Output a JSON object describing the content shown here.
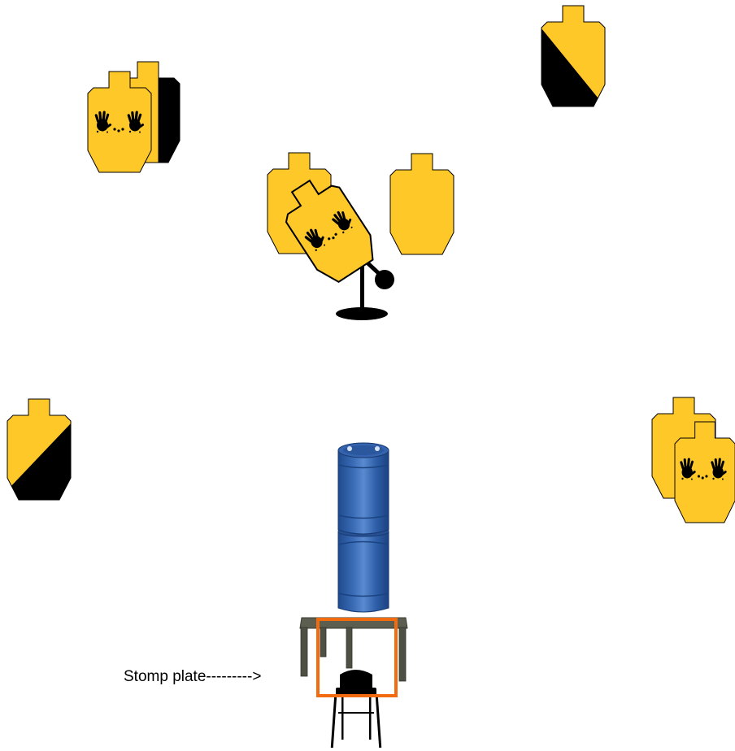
{
  "labels": {
    "stomp_plate": "Stomp plate--------->"
  },
  "colors": {
    "target_yellow": "#ffc829",
    "target_black": "#000000",
    "barrel_blue": "#2e5fa8",
    "barrel_highlight": "#6e98d4",
    "table_gray": "#55584a",
    "stomp_plate_orange": "#f26b0f"
  },
  "elements": {
    "targets": [
      "target-top-left-back",
      "target-top-left-front-hands",
      "target-top-right-half-black",
      "target-center-left",
      "target-center-swinger-hands",
      "target-center-right",
      "target-mid-left-half-black",
      "target-mid-right-back",
      "target-mid-right-front-hands"
    ],
    "props": [
      "barrel-top",
      "barrel-bottom",
      "table",
      "chair",
      "swinger-stand",
      "stomp-plate"
    ]
  }
}
